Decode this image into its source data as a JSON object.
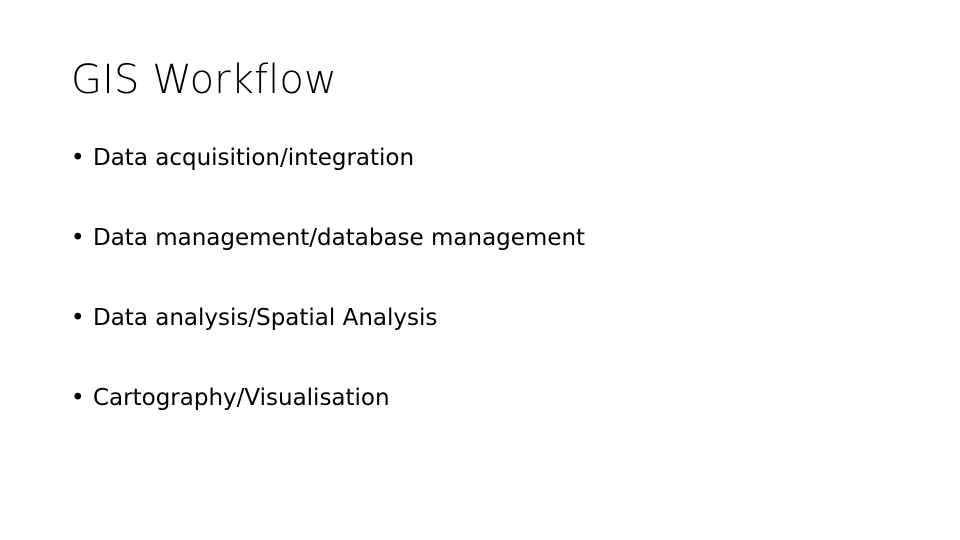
{
  "slide": {
    "title": "GIS Workflow",
    "background_color": "#ffffff",
    "text_color": "#000000",
    "bullet_glyph": "•",
    "bullets": [
      {
        "text": "Data acquisition/integration"
      },
      {
        "text": "Data management/database management"
      },
      {
        "text": "Data analysis/Spatial Analysis"
      },
      {
        "text": "Cartography/Visualisation"
      }
    ]
  }
}
